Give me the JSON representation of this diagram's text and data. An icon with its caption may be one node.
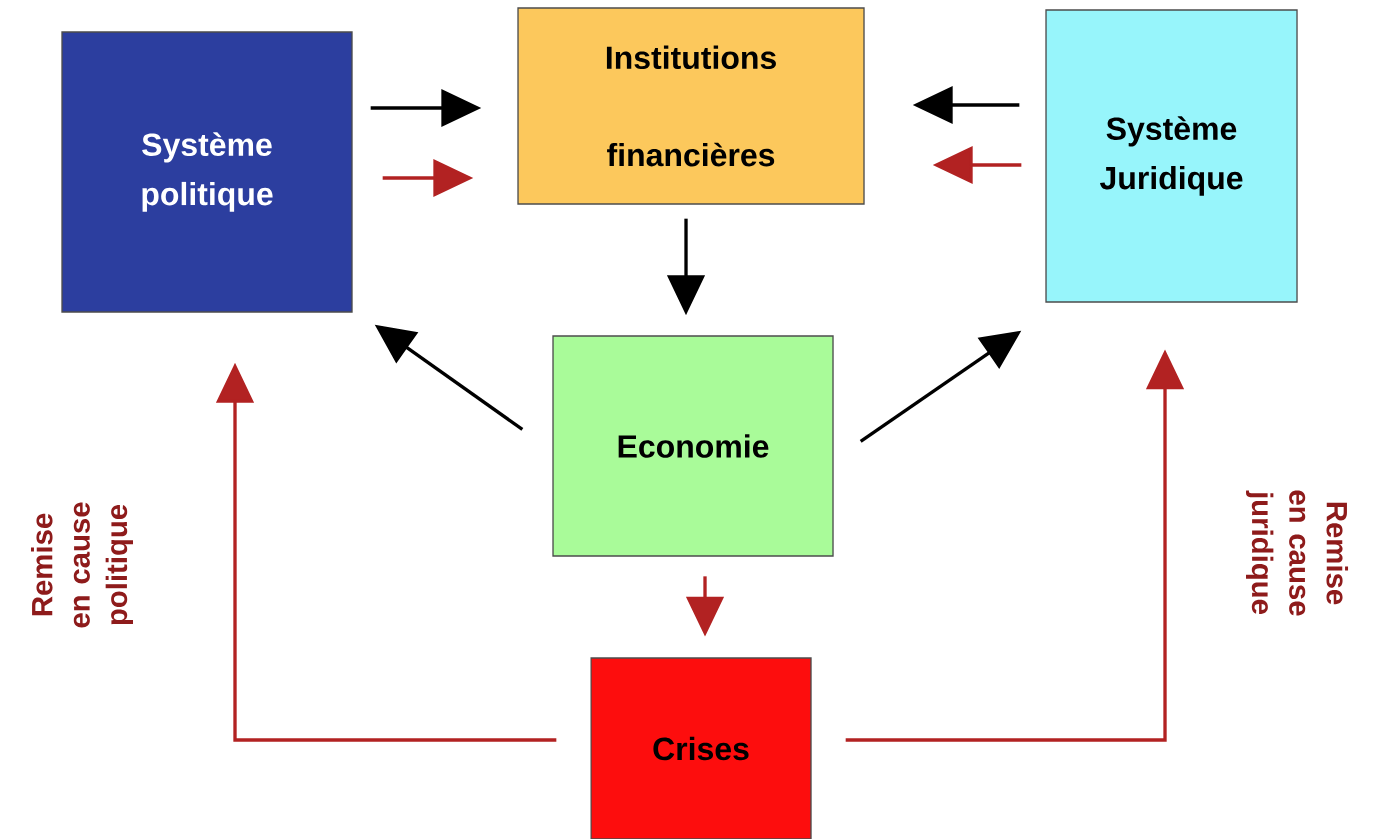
{
  "diagram": {
    "nodes": [
      {
        "text": [
          "Système politique"
        ]
      },
      {
        "text": [
          "Institutions financières"
        ]
      },
      {
        "text": [
          "Système Juridique"
        ]
      },
      {
        "text": [
          "Economie"
        ]
      },
      {
        "text": [
          "Crises"
        ]
      }
    ],
    "edges": [
      {
        "from": 0,
        "to": 1,
        "arrow": "to"
      },
      {
        "from": 0,
        "to": 1,
        "arrow": "to",
        "color": "#b22222"
      },
      {
        "from": 2,
        "to": 1,
        "arrow": "to"
      },
      {
        "from": 2,
        "to": 1,
        "arrow": "to",
        "color": "#b22222"
      },
      {
        "from": 1,
        "to": 3,
        "arrow": "to"
      },
      {
        "from": 3,
        "to": 0,
        "arrow": "to"
      },
      {
        "from": 3,
        "to": 2,
        "arrow": "to"
      },
      {
        "from": 3,
        "to": 4,
        "arrow": "to",
        "color": "#b22222"
      },
      {
        "from": 4,
        "to": 0,
        "arrow": "to",
        "color": "#b22222",
        "label": "Remise en cause politique"
      },
      {
        "from": 4,
        "to": 2,
        "arrow": "to",
        "color": "#b22222",
        "label": "Remise en cause juridique"
      }
    ]
  }
}
